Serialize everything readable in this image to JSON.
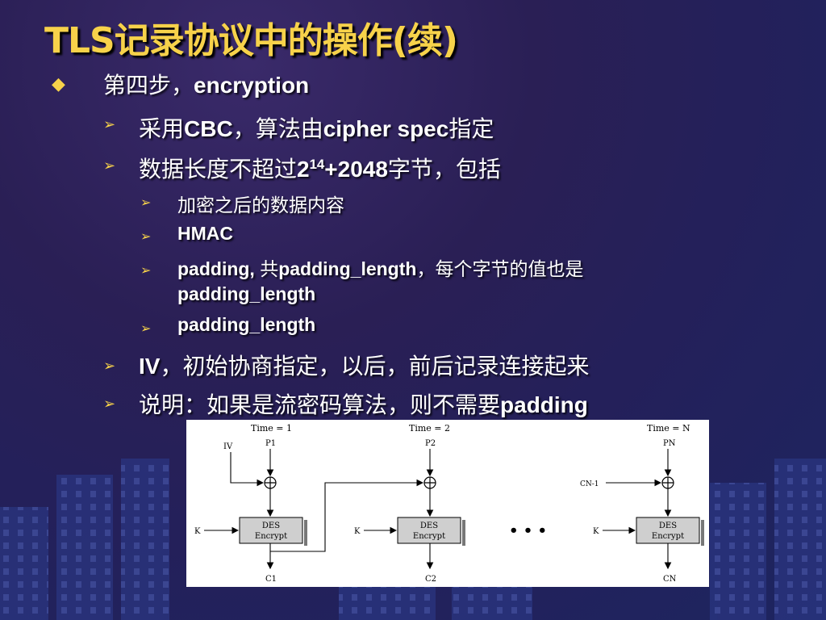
{
  "slide": {
    "title": "TLS记录协议中的操作(续)",
    "bullets": [
      {
        "level": 1,
        "prefix": "第四步，",
        "bold": "encryption"
      },
      {
        "level": 2,
        "t1": "采用",
        "b1": "CBC",
        "t2": "，算法由",
        "b2": "cipher spec",
        "t3": "指定"
      },
      {
        "level": 2,
        "t1": "数据长度不超过",
        "b1": "2",
        "sup": "14",
        "b2": "+2048",
        "t2": "字节，包括"
      },
      {
        "level": 3,
        "text": "加密之后的数据内容"
      },
      {
        "level": 3,
        "text": "HMAC"
      },
      {
        "level": 3,
        "line1a": "padding, ",
        "line1b": "共",
        "line1c": "padding_length",
        "line1d": "，每个字节的值也是",
        "line2": "padding_length"
      },
      {
        "level": 3,
        "text": "padding_length"
      },
      {
        "level": 2,
        "b1": "IV",
        "t1": "，初始协商指定，以后，前后记录连接起来"
      },
      {
        "level": 2,
        "t1": "说明：如果是流密码算法，则不需要",
        "b1": "padding"
      }
    ]
  },
  "diagram": {
    "time_labels": [
      "Time = 1",
      "Time = 2",
      "Time = N"
    ],
    "inputs": [
      "P1",
      "P2",
      "PN"
    ],
    "iv_label": "IV",
    "chain_label": "CN-1",
    "key_label": "K",
    "block_line1": "DES",
    "block_line2": "Encrypt",
    "outputs": [
      "C1",
      "C2",
      "CN"
    ],
    "ellipsis": "• • •"
  },
  "colors": {
    "title": "#f7d24a",
    "bullet": "#f7d24a",
    "text": "#ffffff"
  }
}
